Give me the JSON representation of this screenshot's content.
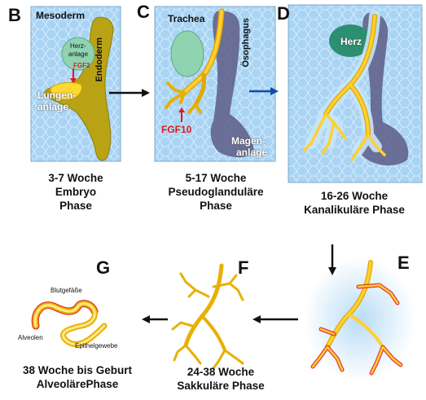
{
  "panels": {
    "B": {
      "letter": "B",
      "caption": [
        "3-7 Woche",
        "Embryo",
        "Phase"
      ],
      "labels": {
        "mesoderm": "Mesoderm",
        "endoderm": "Endoderm",
        "herz": "Herz-",
        "herz2": "anlage",
        "fgf": "FGF2",
        "lungen": "Lungen-",
        "lungen2": "anlage"
      }
    },
    "C": {
      "letter": "C",
      "caption": [
        "5-17 Woche",
        "Pseudoglanduläre",
        "Phase"
      ],
      "labels": {
        "trachea": "Trachea",
        "oesophagus": "Ösophagus",
        "fgf": "FGF10",
        "magen": "Magen-",
        "magen2": "anlage"
      }
    },
    "D": {
      "letter": "D",
      "caption": [
        "16-26 Woche",
        "Kanalikuläre Phase"
      ],
      "labels": {
        "herz": "Herz"
      }
    },
    "E": {
      "letter": "E"
    },
    "F": {
      "letter": "F",
      "caption": [
        "24-38 Woche",
        "Sakkuläre Phase"
      ]
    },
    "G": {
      "letter": "G",
      "caption": [
        "38 Woche bis Geburt",
        "AlveolärePhase"
      ],
      "labels": {
        "blut": "Blutgefäße",
        "alveolen": "Alveolen",
        "epithel": "Epithelgewebe"
      }
    }
  },
  "colors": {
    "water": "#a9d4f4",
    "endoderm": "#b9a314",
    "lung_yellow": "#f2c21a",
    "heart_green": "#2c8f70",
    "heart_pale": "#8fd3b0",
    "stomach": "#5d5c86",
    "vessel_red": "#e0181c"
  }
}
